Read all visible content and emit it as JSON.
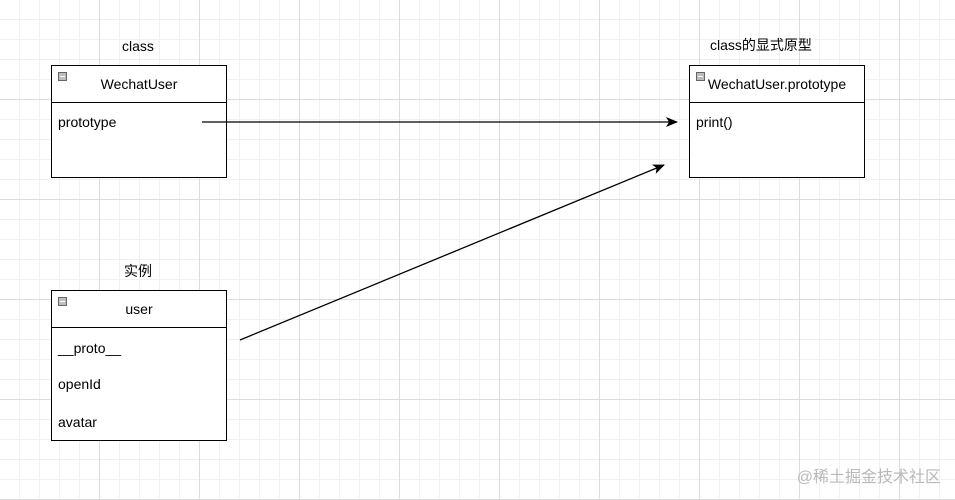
{
  "captions": {
    "class": "class",
    "prototype_explicit": "class的显式原型",
    "instance": "实例"
  },
  "wechat_user_class": {
    "title": "WechatUser",
    "fields": [
      "prototype"
    ]
  },
  "wechat_user_prototype": {
    "title": "WechatUser.prototype",
    "fields": [
      "print()"
    ]
  },
  "user_instance": {
    "title": "user",
    "fields": [
      "__proto__",
      "openId",
      "avatar"
    ]
  },
  "watermark": "@稀土掘金技术社区"
}
